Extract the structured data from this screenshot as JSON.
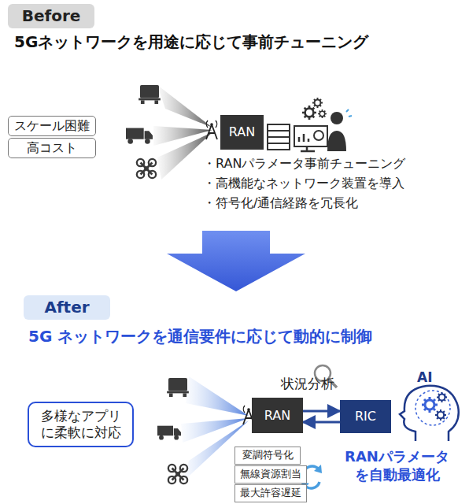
{
  "diagram": {
    "nodes": [
      {
        "text": [
          "Before"
        ]
      },
      {
        "text": [
          "スケール困難"
        ]
      },
      {
        "text": [
          "高コスト"
        ]
      },
      {
        "text": [
          "RAN"
        ]
      },
      {
        "text": [
          "After"
        ]
      },
      {
        "text": [
          "多様なアプリ に柔軟に対応"
        ]
      },
      {
        "text": [
          "RAN"
        ]
      },
      {
        "text": [
          "RIC"
        ]
      },
      {
        "text": [
          "変調符号化"
        ]
      },
      {
        "text": [
          "無線資源割当"
        ]
      },
      {
        "text": [
          "最大許容遅延"
        ]
      }
    ],
    "edges": [
      {
        "from": 6,
        "to": 7,
        "arrow": "to"
      },
      {
        "from": 7,
        "to": 6,
        "arrow": "to"
      }
    ],
    "labels": [
      "5Gネットワークを用途に応じて事前チューニング",
      "・RANパラメータ事前チューニング",
      "・高機能なネットワーク装置を導入",
      "・符号化/通信経路を冗長化",
      "5G ネットワークを通信要件に応じて動的に制御",
      "状況分析",
      "AI",
      "RANパラメータ を自動最適化"
    ]
  }
}
